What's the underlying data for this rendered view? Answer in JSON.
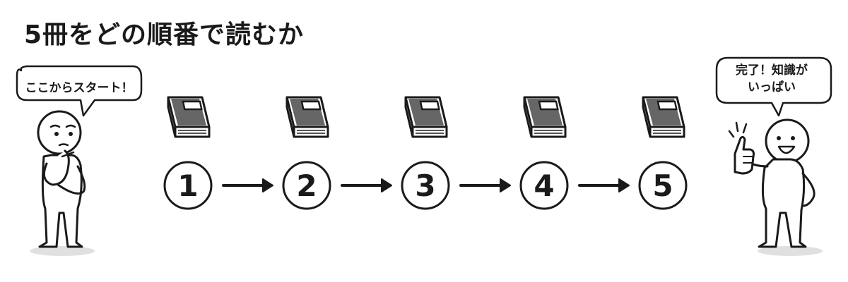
{
  "title": "5冊をどの順番で読むか",
  "speech": {
    "start": "ここからスタート！",
    "end_line1": "完了！知識が",
    "end_line2": "いっぱい"
  },
  "steps": [
    "1",
    "2",
    "3",
    "4",
    "5"
  ]
}
